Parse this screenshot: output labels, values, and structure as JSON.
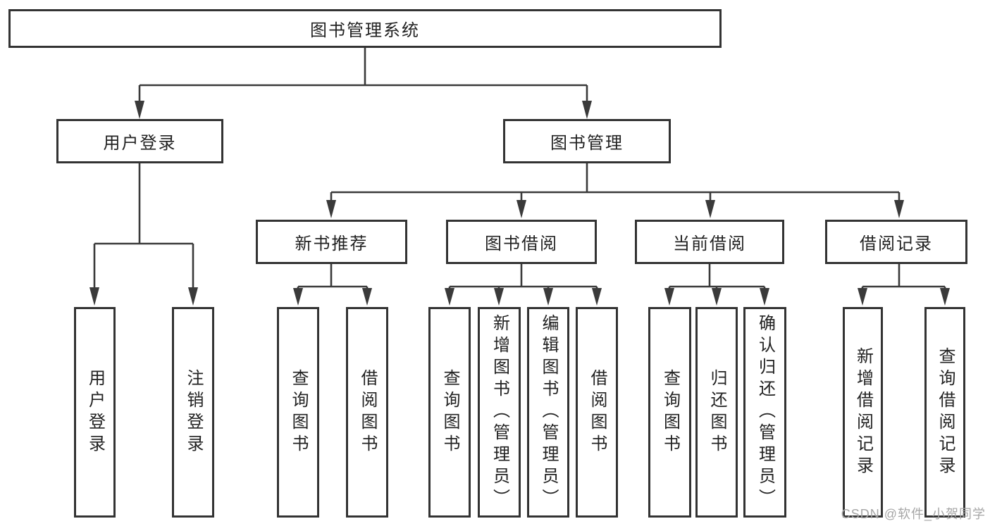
{
  "root": {
    "label": "图书管理系统"
  },
  "branches": {
    "user_login": {
      "label": "用户登录",
      "leaves": [
        "用户登录",
        "注销登录"
      ]
    },
    "book_management": {
      "label": "图书管理"
    },
    "new_book": {
      "label": "新书推荐",
      "leaves": [
        "查询图书",
        "借阅图书"
      ]
    },
    "book_borrow": {
      "label": "图书借阅",
      "leaves": [
        "查询图书",
        "新增图书（管理员）",
        "编辑图书（管理员）",
        "借阅图书"
      ]
    },
    "current_borrow": {
      "label": "当前借阅",
      "leaves": [
        "查询图书",
        "归还图书",
        "确认归还（管理员）"
      ]
    },
    "borrow_record": {
      "label": "借阅记录",
      "leaves": [
        "新增借阅记录",
        "查询借阅记录"
      ]
    }
  },
  "watermark": {
    "text": "CSDN @软件_小贺同学"
  },
  "colors": {
    "line": "#3a3a3a",
    "box_border": "#333333",
    "text": "#222222",
    "watermark": "#a6a6a6",
    "background": "#ffffff"
  }
}
